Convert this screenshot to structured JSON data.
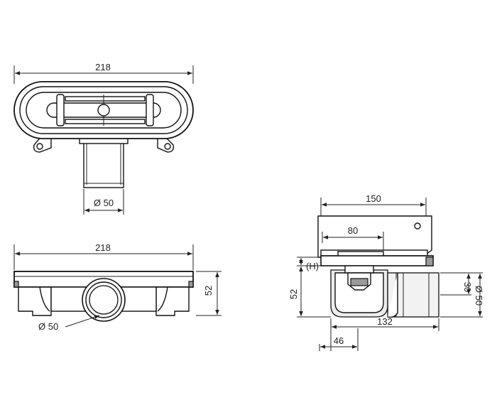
{
  "dimensions": {
    "top_width": "218",
    "top_outlet": "Ø 50",
    "front_width": "218",
    "front_height": "52",
    "front_outlet": "Ø 50",
    "side_length": "150",
    "side_inner": "80",
    "side_adjust": "(H)",
    "side_height": "52",
    "side_outlet_length": "132",
    "side_offset": "46",
    "side_outlet_axis": "30",
    "side_outlet_dia": "Ø 50"
  }
}
